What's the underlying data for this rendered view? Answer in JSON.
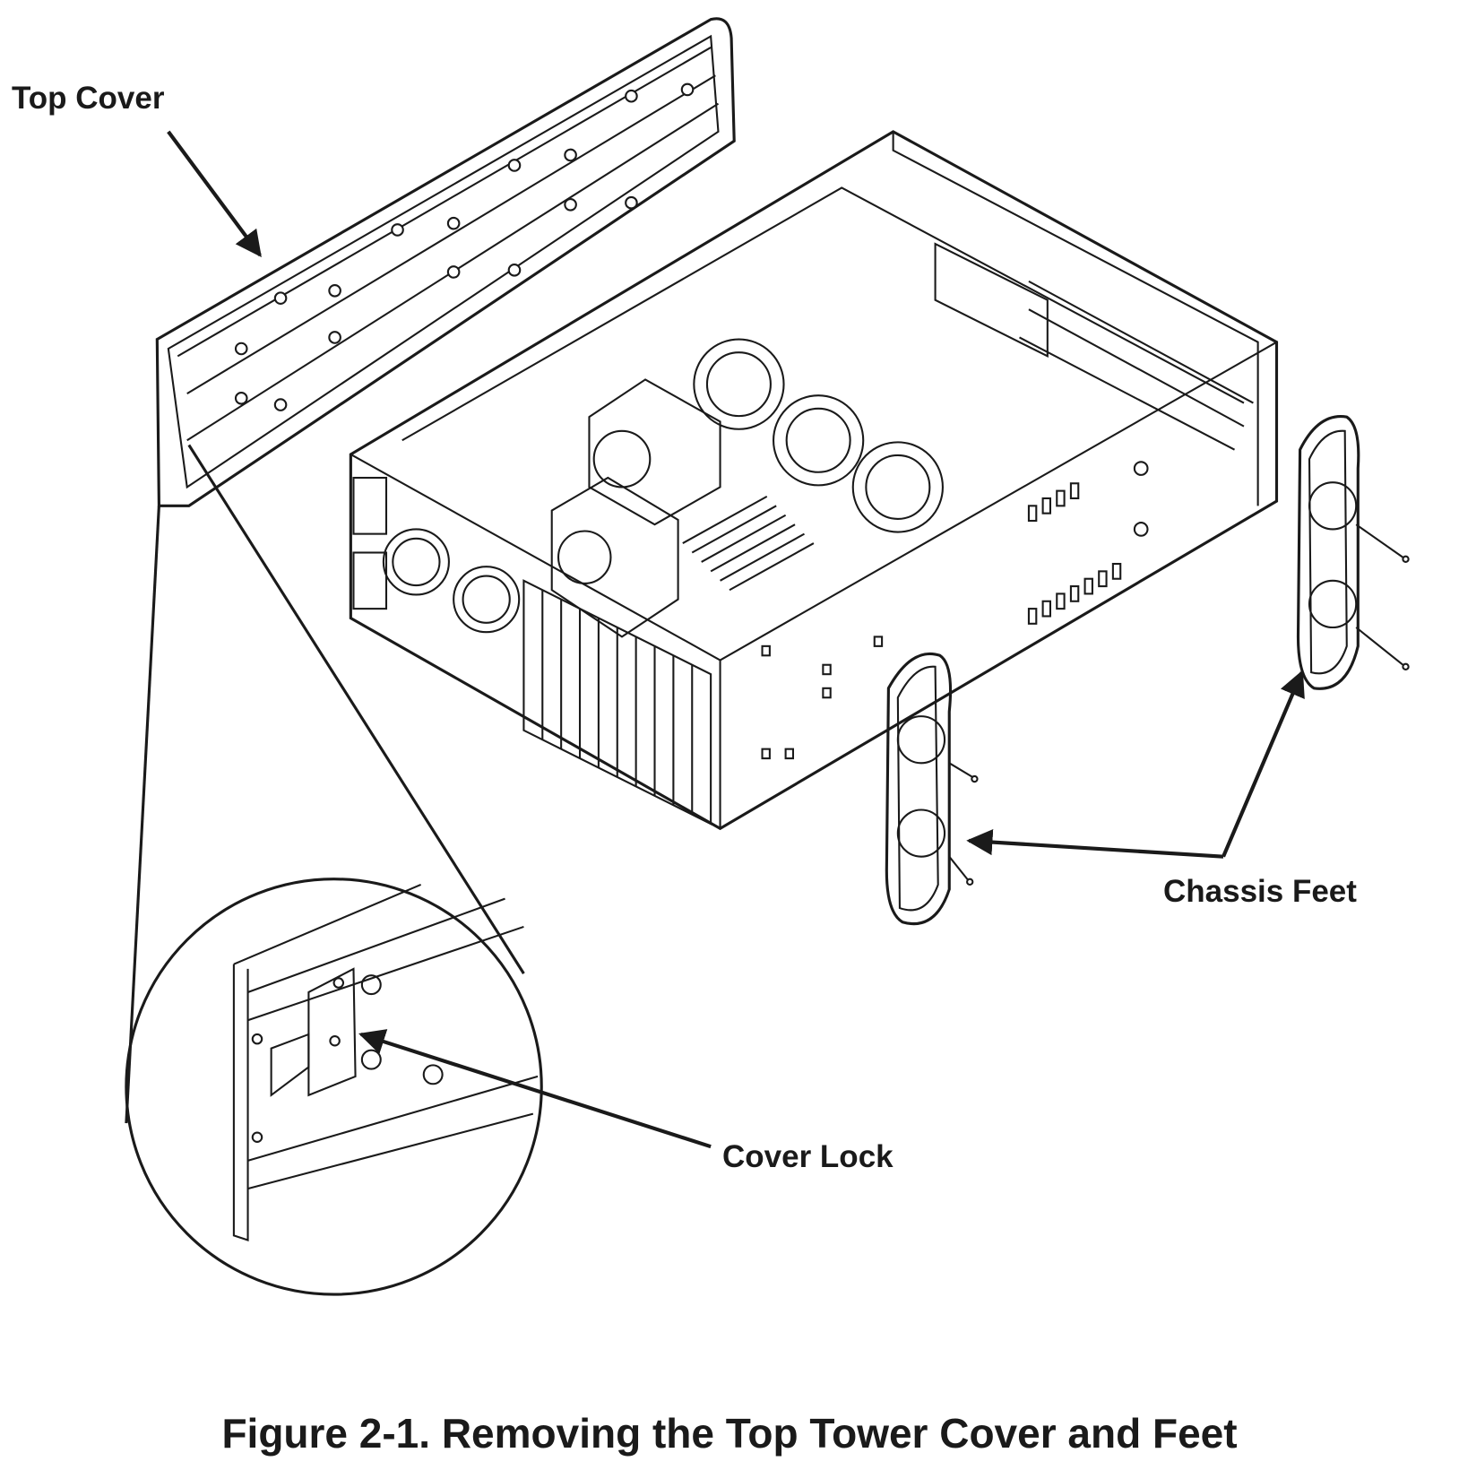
{
  "figure": {
    "caption": "Figure 2-1. Removing the Top Tower Cover and Feet",
    "labels": {
      "top_cover": "Top Cover",
      "chassis_feet": "Chassis Feet",
      "cover_lock": "Cover Lock"
    },
    "line_color": "#1a1a1a"
  }
}
